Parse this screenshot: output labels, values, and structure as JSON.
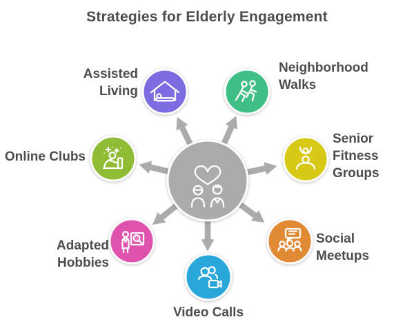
{
  "title": "Strategies for Elderly Engagement",
  "colors": {
    "hub": "#ABABAB",
    "title_text": "#4D4D4D",
    "label_text": "#4D4D4D",
    "icon_stroke": "#FFFFFF",
    "background": "#FFFFFF"
  },
  "center": {
    "icon": "elderly-couple-heart-icon"
  },
  "nodes": [
    {
      "id": "assisted-living",
      "label": "Assisted\nLiving",
      "color": "#7B6CE2",
      "icon": "house-bed-icon"
    },
    {
      "id": "neighborhood-walks",
      "label": "Neighborhood\nWalks",
      "color": "#3FBE85",
      "icon": "walking-people-icon"
    },
    {
      "id": "senior-fitness-groups",
      "label": "Senior\nFitness\nGroups",
      "color": "#D8C916",
      "icon": "fitness-figures-icon"
    },
    {
      "id": "social-meetups",
      "label": "Social\nMeetups",
      "color": "#E08A33",
      "icon": "group-discussion-icon"
    },
    {
      "id": "video-calls",
      "label": "Video Calls",
      "color": "#29A7DB",
      "icon": "video-call-icon"
    },
    {
      "id": "adapted-hobbies",
      "label": "Adapted\nHobbies",
      "color": "#DF52AD",
      "icon": "painting-hobby-icon"
    },
    {
      "id": "online-clubs",
      "label": "Online Clubs",
      "color": "#8FBB35",
      "icon": "person-computer-icon"
    }
  ]
}
